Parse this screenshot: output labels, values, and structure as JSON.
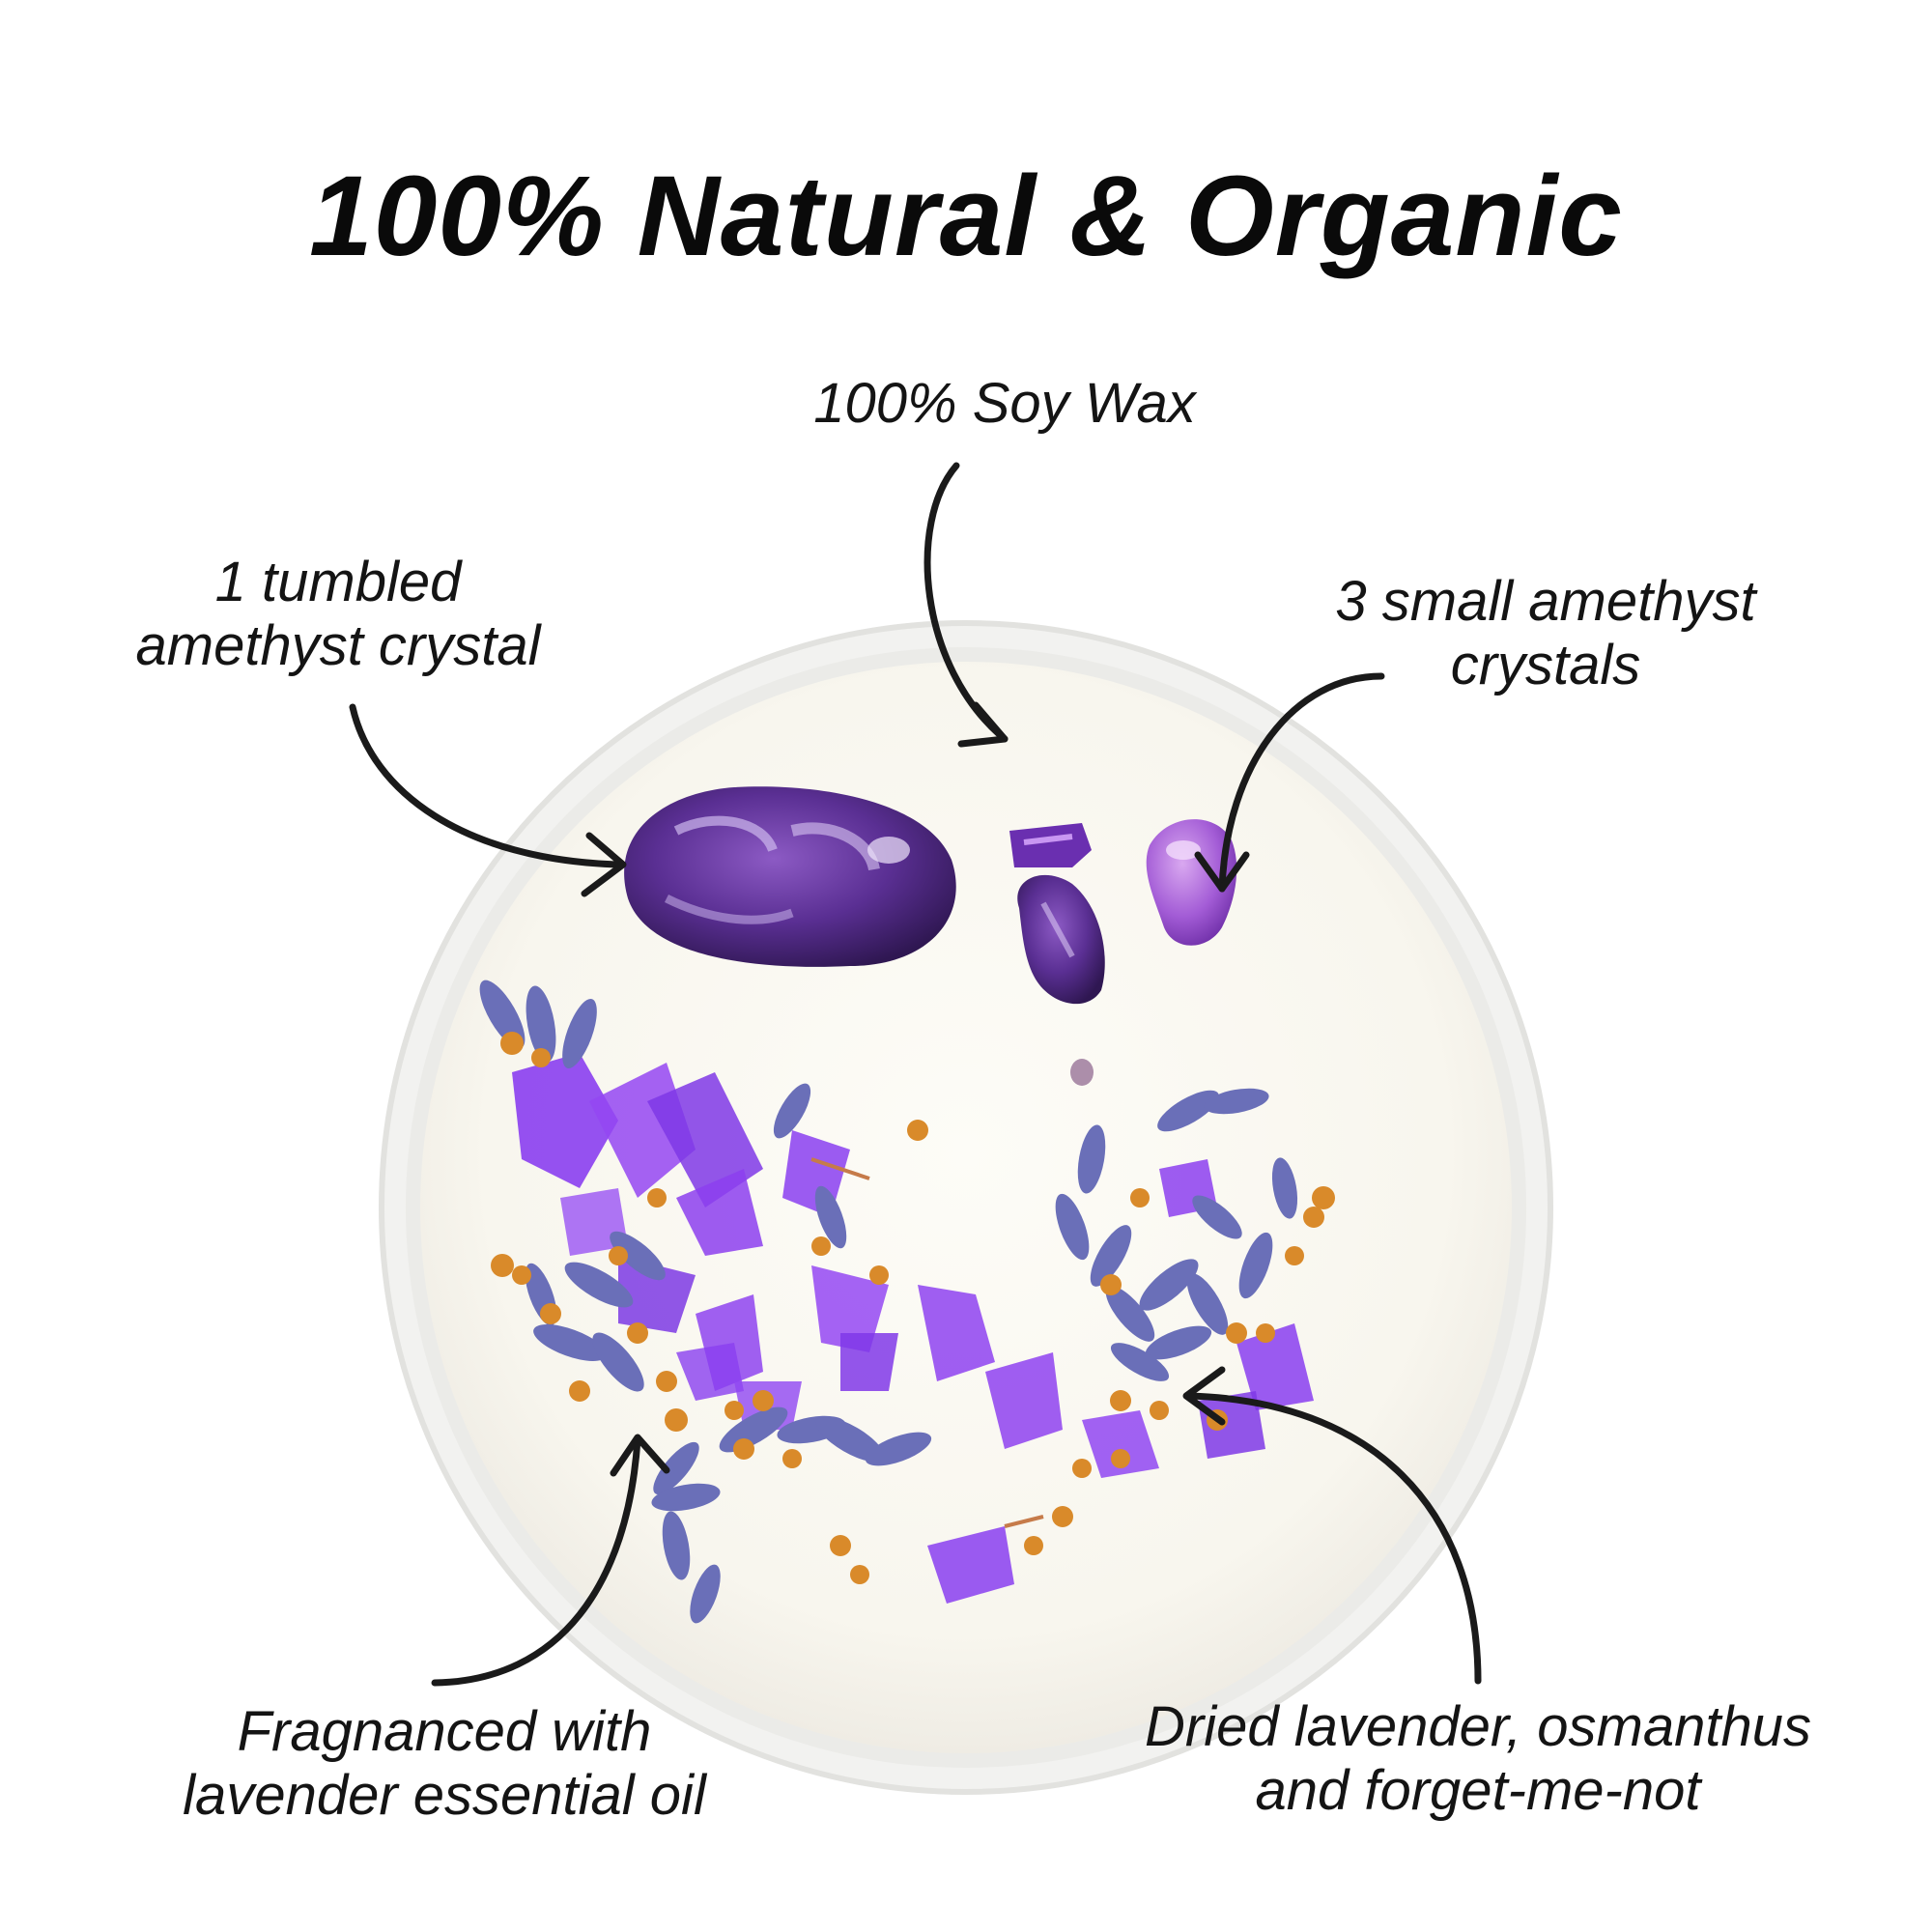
{
  "title": "100% Natural & Organic",
  "labels": {
    "soy_wax": "100% Soy Wax",
    "tumbled": {
      "line1": "1 tumbled",
      "line2": "amethyst crystal"
    },
    "small": {
      "line1": "3 small amethyst",
      "line2": "crystals"
    },
    "fragrance": {
      "line1": "Fragnanced with",
      "line2": "lavender essential oil"
    },
    "dried": {
      "line1": "Dried lavender, osmanthus",
      "line2": "and forget-me-not"
    }
  },
  "colors": {
    "background": "#ffffff",
    "text": "#111111",
    "arrow": "#1a1a1a",
    "wax": "#fbf9f2",
    "rim": "#eeeeec",
    "amethyst_dark": "#4a2a7a",
    "amethyst_light": "#9a5ad0",
    "flower_purple": "#8a3ef0",
    "lavender_bud": "#6a6fb8",
    "osmanthus": "#d98a2a"
  }
}
